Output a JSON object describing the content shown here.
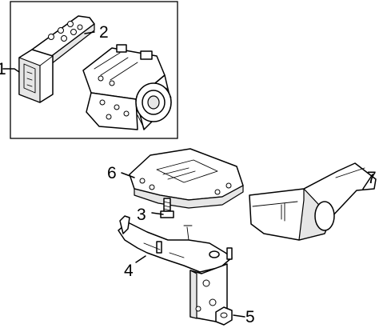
{
  "callouts": [
    {
      "id": "1",
      "label": "1"
    },
    {
      "id": "2",
      "label": "2"
    },
    {
      "id": "3",
      "label": "3"
    },
    {
      "id": "4",
      "label": "4"
    },
    {
      "id": "5",
      "label": "5"
    },
    {
      "id": "6",
      "label": "6"
    },
    {
      "id": "7",
      "label": "7"
    }
  ],
  "colors": {
    "line": "#000000",
    "background": "#ffffff",
    "shade": "#e6e6e6"
  }
}
